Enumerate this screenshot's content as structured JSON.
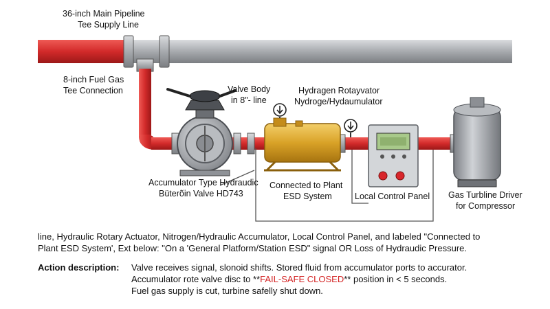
{
  "labels": {
    "main_pipeline": [
      "36-inch Main Pipeline",
      "Tee Supply Line"
    ],
    "fuel_tee": [
      "8-inch Fuel Gas",
      "Tee Connection"
    ],
    "valve_body": [
      "Valve Body",
      "in 8\"- line"
    ],
    "accumulator": [
      "Hydragen Rotayvator",
      "Nydroge/Hydaumulator"
    ],
    "butterfly_valve": [
      "Accumulator Type Hydraudic",
      "Büterõin Valve HD743"
    ],
    "esd": [
      "Connected to Plant",
      "ESD System"
    ],
    "control_panel": "Local Control Panel",
    "turbine": [
      "Gas Turbline Driver",
      "for Compressor"
    ]
  },
  "description": {
    "intro_line1": "line, Hydraulic Rotary Actuator, Nitrogen/Hydraulic Accumulator, Local Control Panel, and labeled \"Connected to",
    "intro_line2": "Plant ESD System', Ext below: \"On a 'General Platform/Station ESD\" signal OR Loss of Hydraudic Pressure.",
    "action_label": "Action description:",
    "action_line1": "Valve receives signal, slonoid shifts. Stored fluid from accumulator ports to accurator.",
    "action_line2_pre": "Accumulator rote valve disc to **",
    "action_line2_highlight": "FAIL-SAFE CLOSED",
    "action_line2_post": "** position in < 5 seconds.",
    "action_line3": "Fuel gas supply is cut, turbine safelly shut down."
  },
  "colors": {
    "pipe_red": "#d42a2a",
    "pipe_gray": "#a9acb0",
    "accumulator_gold": "#d9a227",
    "panel_gray": "#d3d6d9",
    "lcd_green": "#a8c98a",
    "button_red": "#d8262b",
    "highlight_red": "#d32222"
  },
  "icons": [
    "pressure-gauge-icon",
    "arrow-down-icon"
  ]
}
